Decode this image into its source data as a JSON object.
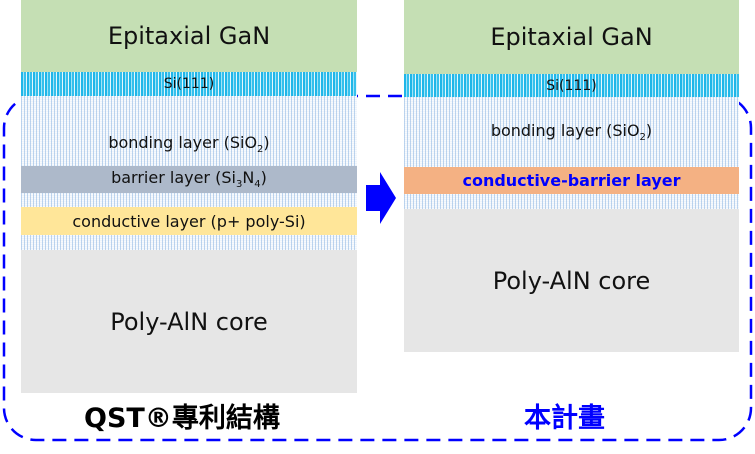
{
  "left": {
    "title": "QST®專利結構",
    "layers": {
      "gan": "Epitaxial GaN",
      "si": "Si(111)",
      "bonding_text": "bonding layer (SiO",
      "bonding_sub": "2",
      "bonding_close": ")",
      "barrier_text": "barrier layer (Si",
      "barrier_sub1": "3",
      "barrier_mid": "N",
      "barrier_sub2": "4",
      "barrier_close": ")",
      "conductive": "conductive layer (p+ poly-Si)",
      "core": "Poly-AlN core"
    }
  },
  "right": {
    "title": "本計畫",
    "layers": {
      "gan": "Epitaxial GaN",
      "si": "Si(111)",
      "bonding_text": "bonding layer (SiO",
      "bonding_sub": "2",
      "bonding_close": ")",
      "conductive_barrier": "conductive-barrier layer",
      "core": "Poly-AlN core"
    }
  },
  "colors": {
    "gan": "#c5dfb4",
    "barrier": "#adb9ca",
    "conductive": "#ffe699",
    "conductive_barrier": "#f4b183",
    "core": "#e6e6e6",
    "accent_blue": "#0000ff"
  },
  "arrow": {
    "direction": "right"
  }
}
